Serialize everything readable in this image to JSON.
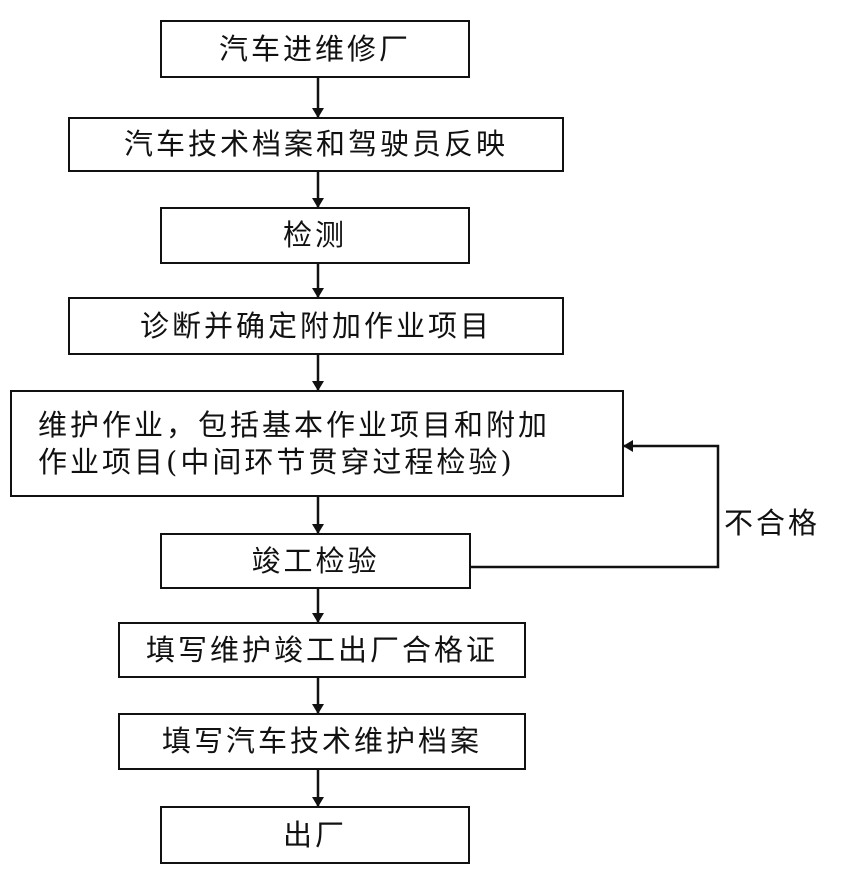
{
  "steps": [
    {
      "id": "enter",
      "text": "汽车进维修厂"
    },
    {
      "id": "records",
      "text": "汽车技术档案和驾驶员反映"
    },
    {
      "id": "inspect",
      "text": "检测"
    },
    {
      "id": "diagnose",
      "text": "诊断并确定附加作业项目"
    },
    {
      "id": "maintain",
      "lines": [
        "维护作业，包括基本作业项目和附加",
        "作业项目(中间环节贯穿过程检验)"
      ]
    },
    {
      "id": "final-check",
      "text": "竣工检验"
    },
    {
      "id": "certificate",
      "text": "填写维护竣工出厂合格证"
    },
    {
      "id": "archive",
      "text": "填写汽车技术维护档案"
    },
    {
      "id": "exit",
      "text": "出厂"
    }
  ],
  "feedback": {
    "label": "不合格"
  }
}
